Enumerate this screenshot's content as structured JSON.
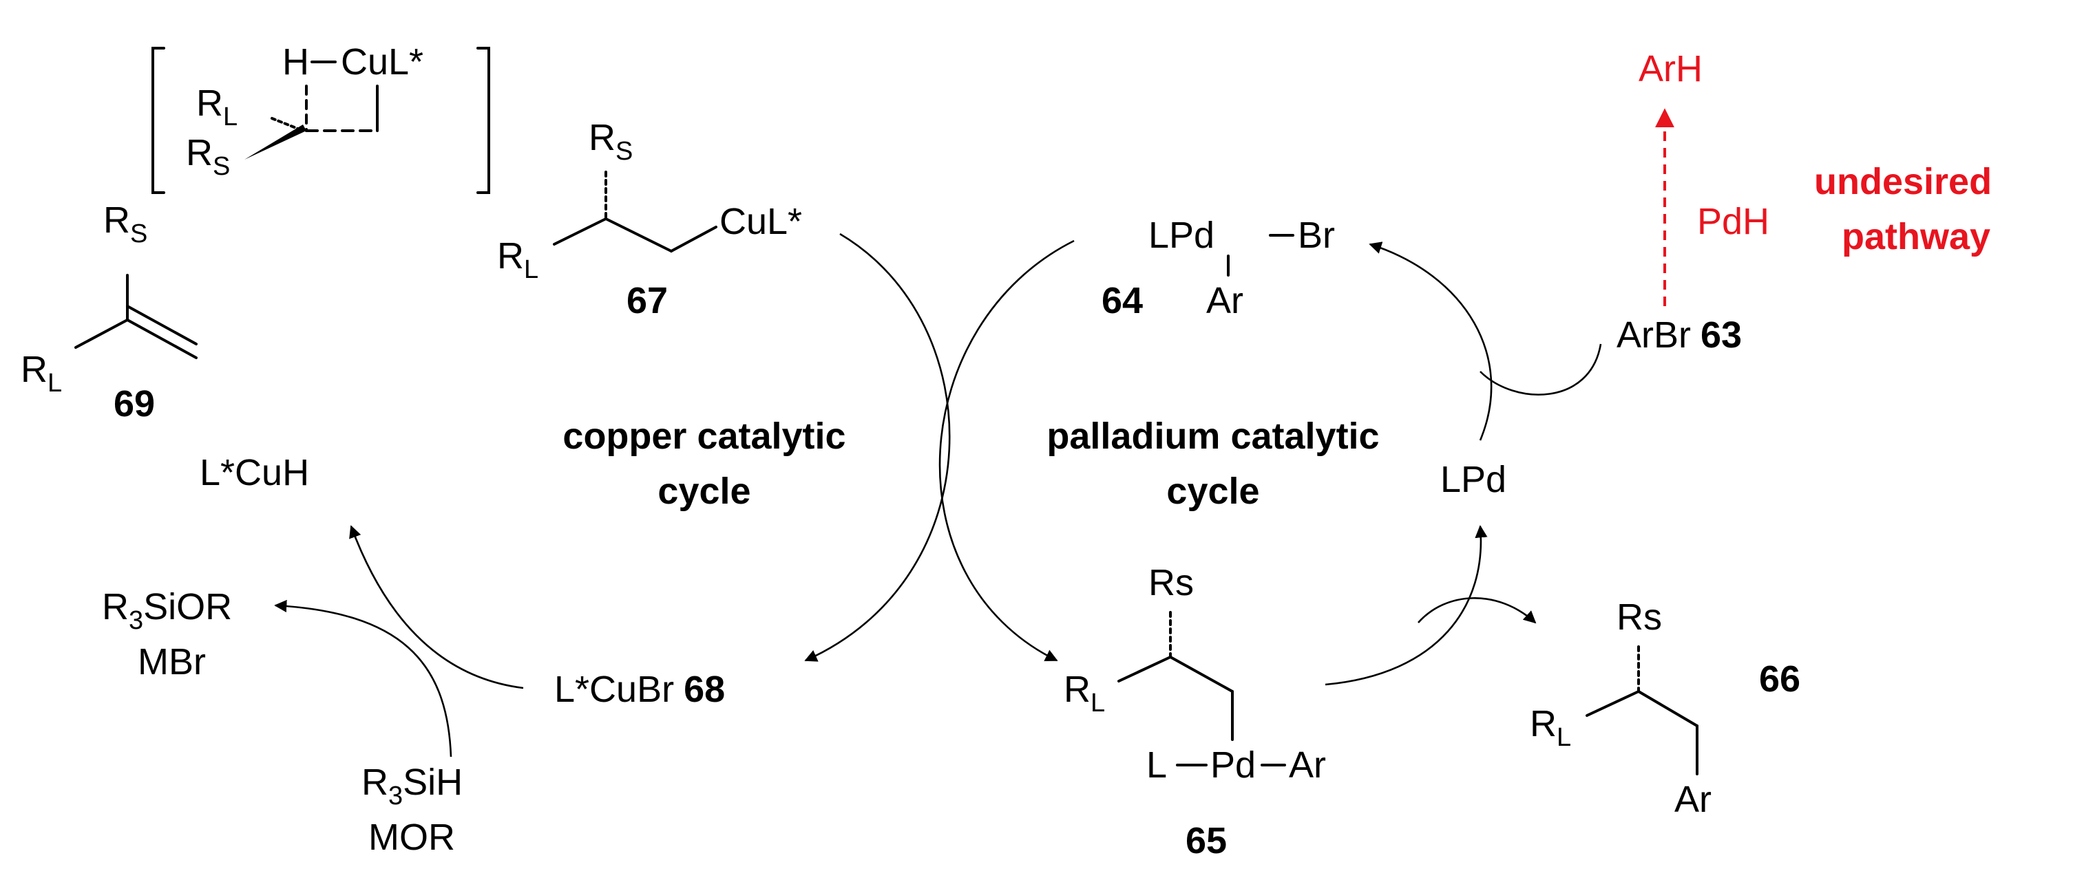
{
  "colors": {
    "ink": "#000000",
    "undesired": "#e8141e"
  },
  "transition_state": {
    "H": "H",
    "metal": "CuL*",
    "RL": "R",
    "RL_sub": "L",
    "RS": "R",
    "RS_sub": "S"
  },
  "alkene_69": {
    "RS": "R",
    "RS_sub": "S",
    "RL": "R",
    "RL_sub": "L",
    "number": "69"
  },
  "hydride": "L*CuH",
  "silane_products": {
    "line1_a": "R",
    "line1_sub": "3",
    "line1_b": "SiOR",
    "line2": "MBr"
  },
  "silane_reagents": {
    "line1_a": "R",
    "line1_sub": "3",
    "line1_b": "SiH",
    "line2": "MOR"
  },
  "cu_bromide": {
    "label": "L*CuBr",
    "number": "68"
  },
  "alkylcopper_67": {
    "RS": "R",
    "RS_sub": "S",
    "RL": "R",
    "RL_sub": "L",
    "metal": "CuL*",
    "number": "67"
  },
  "copper_cycle": {
    "line1": "copper catalytic",
    "line2": "cycle"
  },
  "palladium_cycle": {
    "line1": "palladium catalytic",
    "line2": "cycle"
  },
  "pd_oxadd_64": {
    "LPd": "LPd",
    "Br": "Br",
    "Ar": "Ar",
    "number": "64"
  },
  "aryl_bromide": {
    "label": "ArBr",
    "number": "63"
  },
  "pd0": "LPd",
  "undesired": {
    "product": "ArH",
    "reagent": "PdH",
    "line1": "undesired",
    "line2": "pathway"
  },
  "pd_alkyl_65": {
    "RS": "Rs",
    "RL": "R",
    "RL_sub": "L",
    "L": "L",
    "Pd": "Pd",
    "Ar": "Ar",
    "number": "65"
  },
  "product_66": {
    "RS": "Rs",
    "RL": "R",
    "RL_sub": "L",
    "Ar": "Ar",
    "number": "66"
  }
}
